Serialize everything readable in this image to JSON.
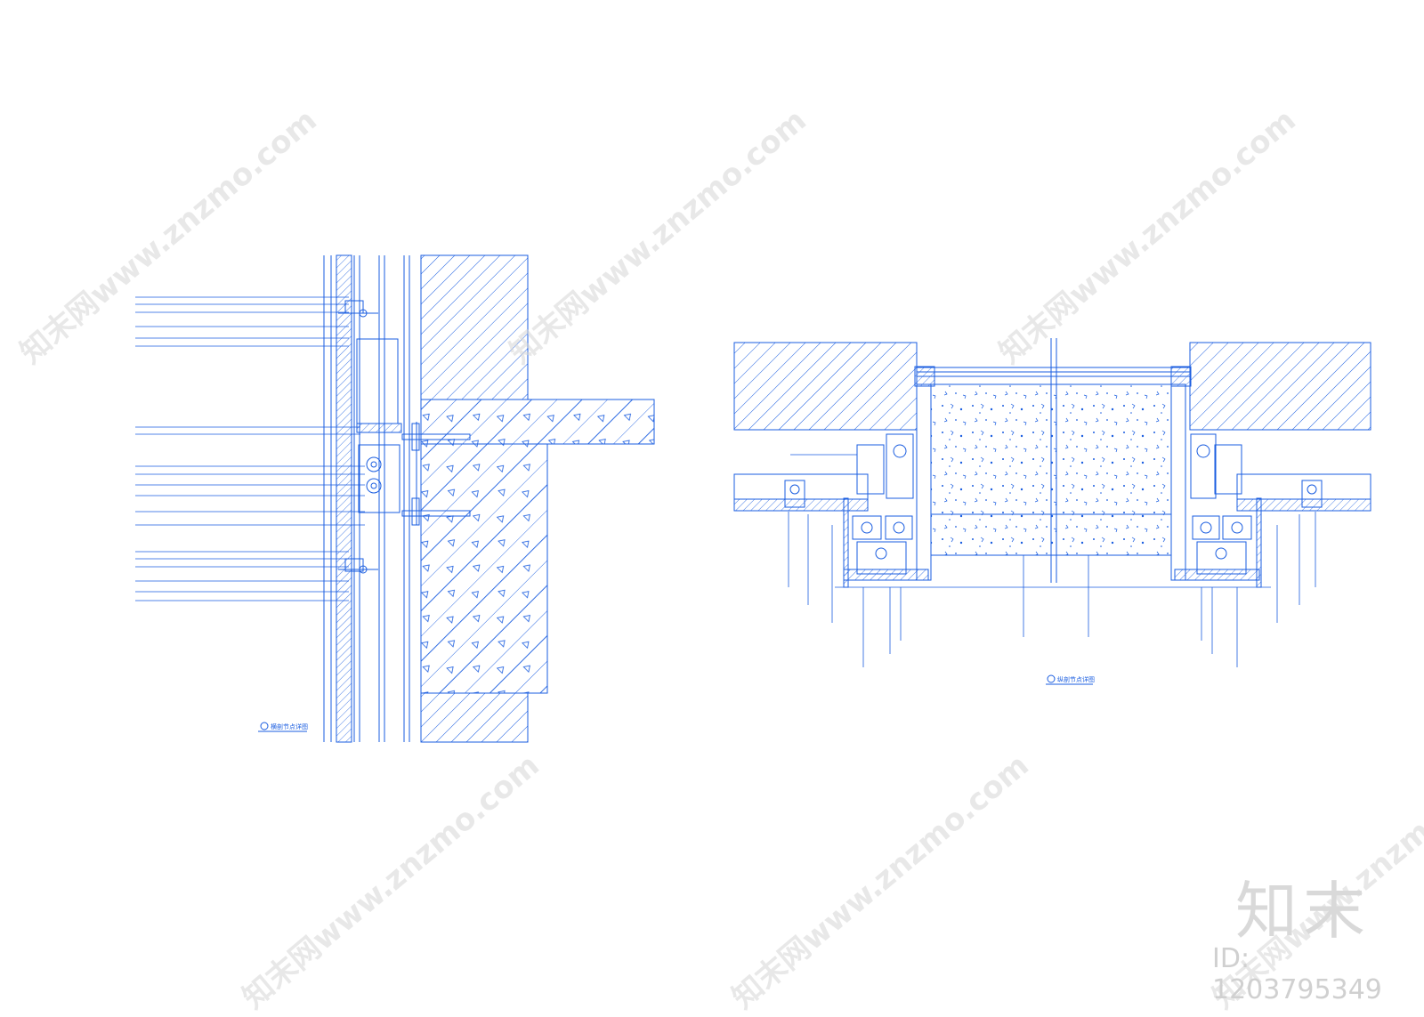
{
  "watermark": {
    "text": "知末网www.znzmo.com",
    "brand": "知末",
    "id_label": "ID: 1203795349"
  },
  "drawings": [
    {
      "title": "横剖节点详图"
    },
    {
      "title": "纵剖节点详图"
    }
  ],
  "colors": {
    "line": "#1a5de0",
    "watermark": "#d6d6d6"
  }
}
